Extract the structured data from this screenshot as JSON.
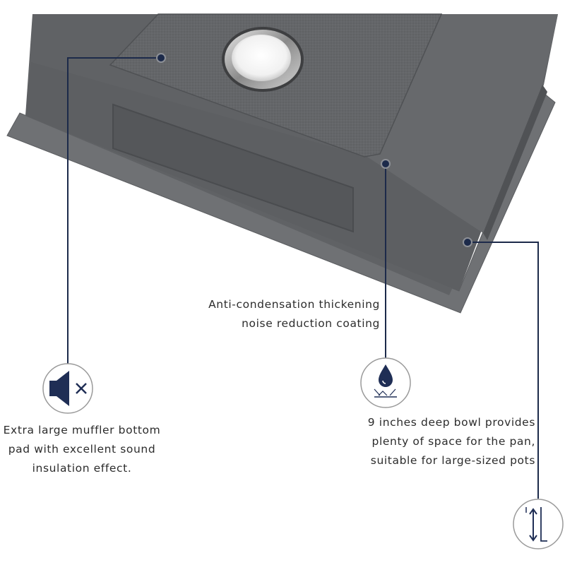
{
  "colors": {
    "sink_body": "#5f6164",
    "sink_shadow": "#4c4e51",
    "flange": "#707275",
    "pad": "#55575a",
    "callout_line": "#1c2a4a",
    "icon_blue": "#1f2e55"
  },
  "callouts": {
    "coating": {
      "lines": [
        "Anti-condensation thickening",
        "noise reduction coating"
      ],
      "icon": "water-drop-icon"
    },
    "muffler": {
      "lines": [
        "Extra large muffler bottom",
        "pad with excellent sound",
        "insulation effect."
      ],
      "icon": "speaker-mute-icon"
    },
    "depth": {
      "lines": [
        "9 inches deep bowl provides",
        "plenty of space for the pan,",
        "suitable for large-sized pots"
      ],
      "icon": "depth-arrow-icon"
    }
  }
}
